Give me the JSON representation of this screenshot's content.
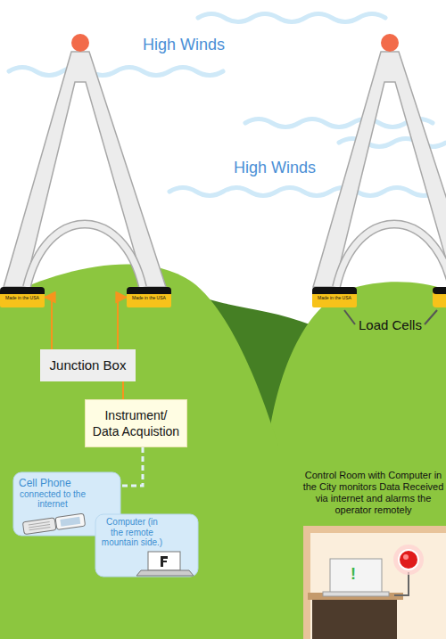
{
  "diagram": {
    "nodes": [
      {
        "text": [
          "Made in the USA"
        ]
      },
      {
        "text": [
          "Made in the USA"
        ]
      },
      {
        "text": [
          "Made in the USA"
        ]
      },
      {
        "text": [
          "Junction Box"
        ]
      },
      {
        "text": [
          "Instrument/ Data Acquistion"
        ]
      },
      {
        "text": [
          "Cell Phone",
          "connected to the internet"
        ]
      },
      {
        "text": [
          "Computer (in the remote mountain side.)"
        ]
      },
      {
        "text": [
          "Control Room with Computer in the City monitors Data Received via internet and alarms the operator remotely"
        ]
      }
    ],
    "edges": [
      {
        "from": 3,
        "to": 0,
        "arrow": "to"
      },
      {
        "from": 3,
        "to": 1,
        "arrow": "to"
      },
      {
        "from": 3,
        "to": 4,
        "arrow": "none"
      },
      {
        "from": 4,
        "to": 5,
        "arrow": "none"
      }
    ],
    "labels": [
      "High Winds",
      "High Winds",
      "Load Cells",
      "!"
    ]
  }
}
